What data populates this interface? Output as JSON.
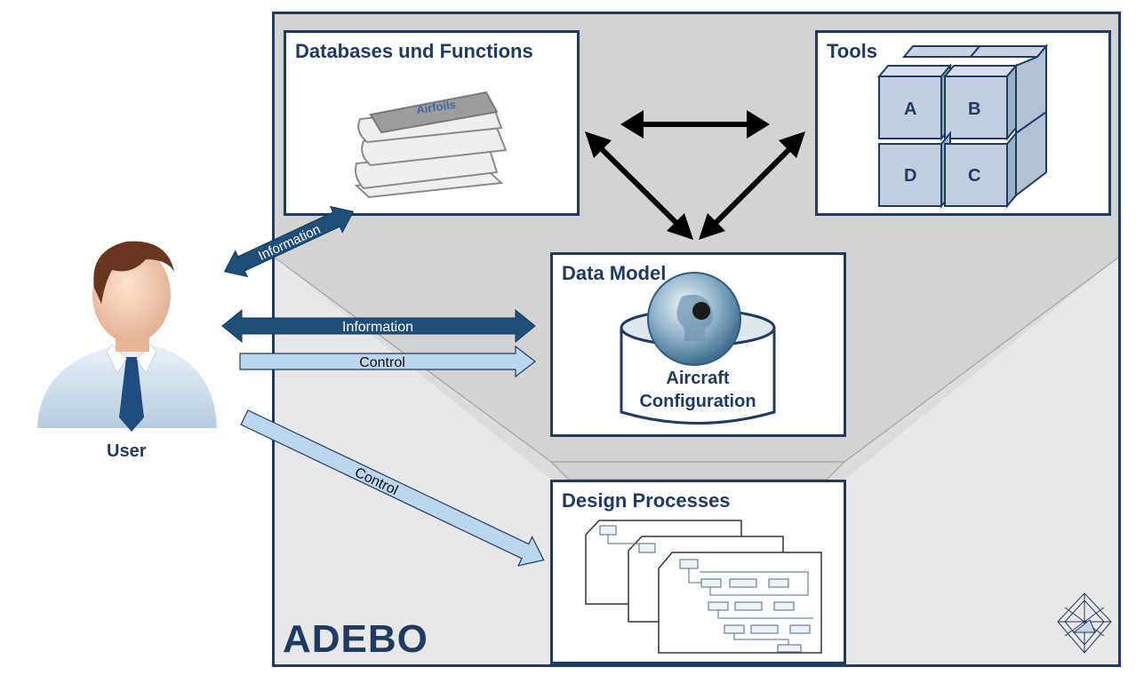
{
  "system_name": "ADEBO",
  "user": {
    "label": "User"
  },
  "boxes": {
    "databases": {
      "title": "Databases und Functions",
      "book_label": "Airfoils"
    },
    "tools": {
      "title": "Tools",
      "cubes": [
        "A",
        "B",
        "D",
        "C"
      ]
    },
    "data_model": {
      "title": "Data Model",
      "cylinder_label_1": "Aircraft",
      "cylinder_label_2": "Configuration"
    },
    "design_processes": {
      "title": "Design Processes"
    }
  },
  "arrows": {
    "info_db": "Information",
    "info_dm": "Information",
    "control_dm": "Control",
    "control_dp": "Control"
  },
  "colors": {
    "frame_border": "#1f3b63",
    "dark_arrow": "#1f4e79",
    "light_arrow": "#bcd6ee",
    "background": "#dcdcdc"
  }
}
